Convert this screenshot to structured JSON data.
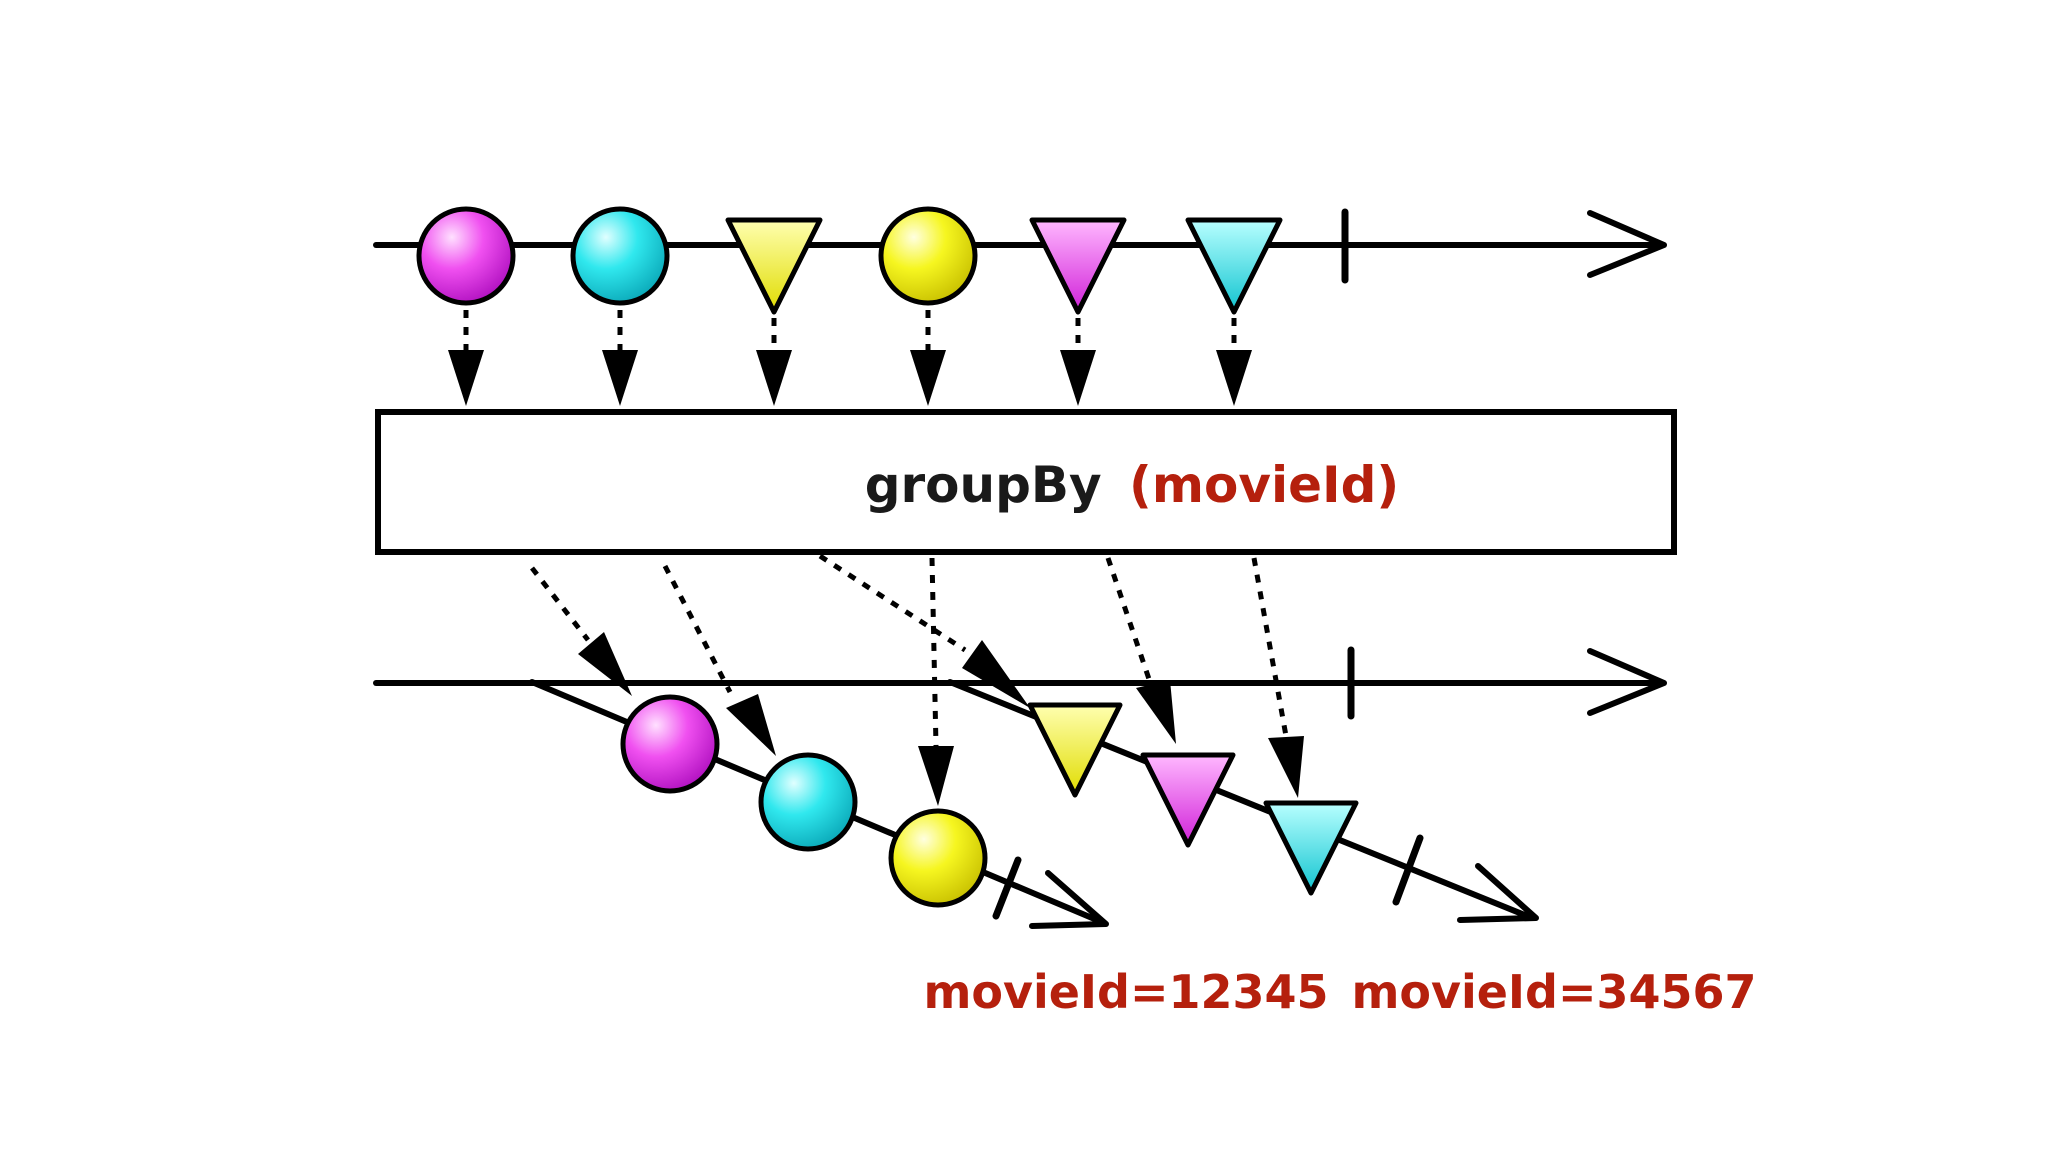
{
  "operator": {
    "name": "groupBy",
    "argument": "(movieId)"
  },
  "groups": [
    {
      "label": "movieId=12345"
    },
    {
      "label": "movieId=34567"
    }
  ],
  "colors": {
    "text_dark": "#1a1a1a",
    "text_accent": "#b5200d",
    "line": "#000000",
    "magenta": "#f040f0",
    "cyan": "#29e6ec",
    "yellow": "#f4f416"
  },
  "source_items": [
    {
      "shape": "circle",
      "color": "magenta"
    },
    {
      "shape": "circle",
      "color": "cyan"
    },
    {
      "shape": "triangle",
      "color": "yellow"
    },
    {
      "shape": "circle",
      "color": "yellow"
    },
    {
      "shape": "triangle",
      "color": "magenta"
    },
    {
      "shape": "triangle",
      "color": "cyan"
    }
  ]
}
